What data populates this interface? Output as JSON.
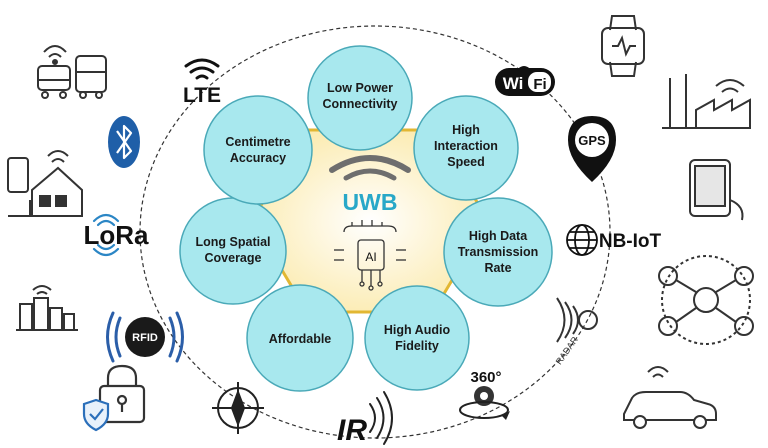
{
  "center": {
    "title": "UWB",
    "ai_label": "AI"
  },
  "features": [
    {
      "lines": [
        "Low Power",
        "Connectivity"
      ]
    },
    {
      "lines": [
        "High",
        "Interaction",
        "Speed"
      ]
    },
    {
      "lines": [
        "High Data",
        "Transmission",
        "Rate"
      ]
    },
    {
      "lines": [
        "High Audio",
        "Fidelity"
      ]
    },
    {
      "lines": [
        "Affordable"
      ]
    },
    {
      "lines": [
        "Long Spatial",
        "Coverage"
      ]
    },
    {
      "lines": [
        "Centimetre",
        "Accuracy"
      ]
    }
  ],
  "technologies": {
    "lte": "LTE",
    "wifi": "Wi Fi",
    "wifi_left": "Wi",
    "wifi_right": "Fi",
    "gps": "GPS",
    "nbiot": "NB-IoT",
    "radar": "RADAR",
    "threesixty": "360°",
    "ir": "IR",
    "rfid": "RFID",
    "lora": "LoRa"
  },
  "colors": {
    "bubble_fill": "#a8e8ee",
    "bubble_stroke": "#4aa9b8",
    "hex_fill": "#fff4c8",
    "hex_stroke": "#e2b733",
    "uwb_text": "#28a8c8",
    "bluetooth": "#1f5fa8",
    "lora_wave": "#2b86c5",
    "rfid_wave": "#2b5ea8"
  }
}
